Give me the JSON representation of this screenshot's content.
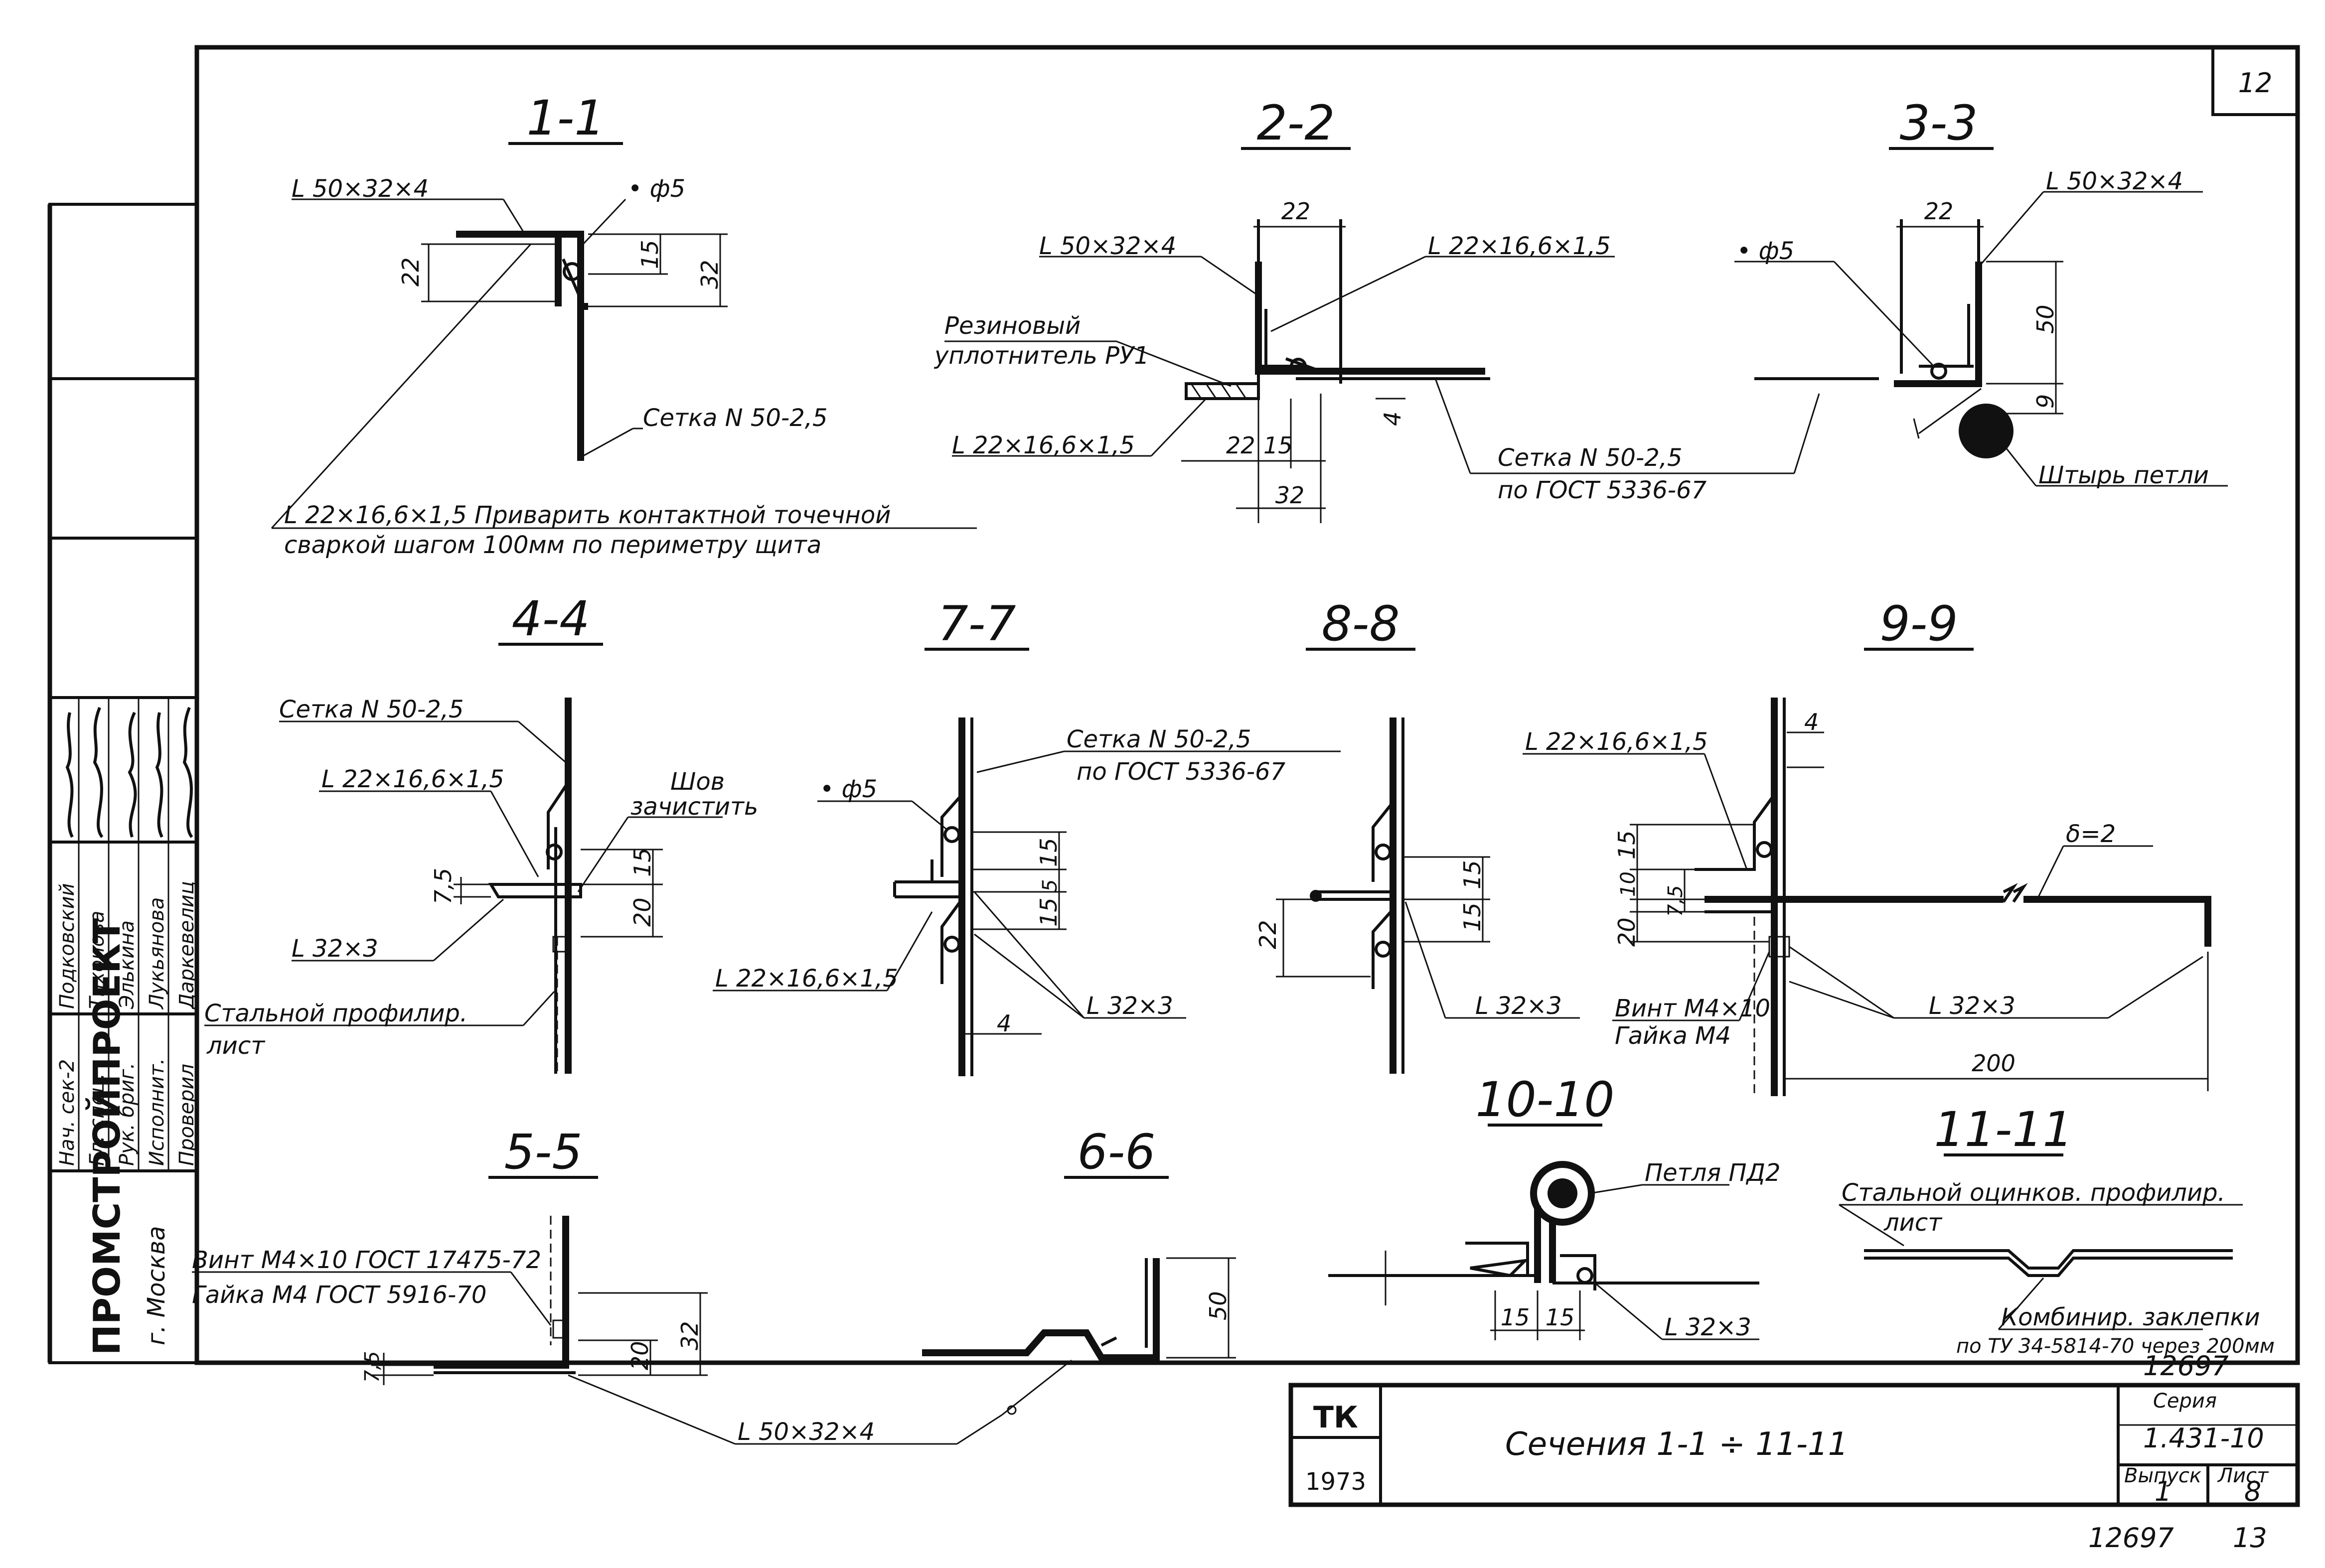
{
  "sheet": {
    "corner_number": "12",
    "bottom_number_left": "12697",
    "bottom_number_right": "13"
  },
  "side_stamp": {
    "org": "ПРОМСТРОЙПРОЕКТ",
    "city": "г. Москва",
    "roles": [
      "Нач. сек-2",
      "Гл. спец.",
      "Рук. бриг.",
      "Исполнит.",
      "Проверил"
    ],
    "names": [
      "Подковский",
      "Тихонова",
      "Элькина",
      "Лукьянова",
      "Даркевелиц"
    ],
    "signatures": [
      "подпись",
      "подпись",
      "подпись",
      "подпись",
      "подпись"
    ]
  },
  "title_block": {
    "tk": "ТК",
    "year": "1973",
    "title": "Сечения 1-1 ÷ 11-11",
    "code": "12697",
    "series_label": "Серия",
    "series_value": "1.431-10",
    "issue_label": "Выпуск",
    "issue_value": "1",
    "sheet_label": "Лист",
    "sheet_value": "8"
  },
  "sections": {
    "s1": {
      "title": "1-1",
      "angle": "L 50×32×4",
      "rod": "• ф5",
      "dim_a": "22",
      "dim_b": "15",
      "dim_c": "32",
      "mesh": "Сетка N 50-2,5",
      "note1": "L 22×16,6×1,5 Приварить контактной точечной",
      "note2": "сваркой шагом 100мм по периметру щита"
    },
    "s2": {
      "title": "2-2",
      "angle": "L 50×32×4",
      "angle_small": "L 22×16,6×1,5",
      "seal1": "Резиновый",
      "seal2": "уплотнитель РУ1",
      "angle_bottom": "L 22×16,6×1,5",
      "dim_top": "22",
      "dim_a": "22",
      "dim_b": "15",
      "dim_c": "32",
      "dim_side": "4",
      "mesh1": "Сетка  N 50-2,5",
      "mesh2": "по ГОСТ 5336-67"
    },
    "s3": {
      "title": "3-3",
      "rod": "• ф5",
      "dim_top": "22",
      "angle": "L 50×32×4",
      "dim_a": "50",
      "dim_b": "9",
      "pin": "Штырь петли"
    },
    "s4": {
      "title": "4-4",
      "mesh": "Сетка N 50-2,5",
      "angle_small": "L 22×16,6×1,5",
      "weld1": "Шов",
      "weld2": "зачистить",
      "dim_a": "7,5",
      "dim_b": "15",
      "dim_c": "20",
      "angle_32": "L 32×3",
      "sheet1": "Стальной профилир.",
      "sheet2": "лист"
    },
    "s7": {
      "title": "7-7",
      "mesh1": "Сетка N 50-2,5",
      "mesh2": "по ГОСТ 5336-67",
      "rod": "• ф5",
      "dim_a": "15",
      "dim_b": "5",
      "dim_c": "15",
      "angle_small": "L 22×16,6×1,5",
      "angle_32": "L 32×3",
      "dim_d": "4"
    },
    "s8": {
      "title": "8-8",
      "dim_a": "15",
      "dim_b": "15",
      "dim_c": "22",
      "angle_32": "L 32×3"
    },
    "s9": {
      "title": "9-9",
      "angle_small": "L 22×16,6×1,5",
      "dim_top": "4",
      "delta": "δ=2",
      "dim_a": "15",
      "dim_b": "10",
      "dim_c": "7,5",
      "dim_d": "20",
      "bolt1": "Винт М4×10",
      "bolt2": "Гайка М4",
      "angle_32": "L 32×3",
      "dim_len": "200"
    },
    "s5": {
      "title": "5-5",
      "bolt1": "Винт М4×10 ГОСТ 17475-72",
      "bolt2": "Гайка М4 ГОСТ 5916-70",
      "dim_a": "7,5",
      "dim_b": "20",
      "dim_c": "32",
      "angle": "L 50×32×4"
    },
    "s6": {
      "title": "6-6",
      "dim_a": "50"
    },
    "s10": {
      "title": "10-10",
      "loop": "Петля ПД2",
      "dim_a": "15",
      "dim_b": "15",
      "angle_32": "L 32×3"
    },
    "s11": {
      "title": "11-11",
      "sheet1": "Стальной оцинков. профилир.",
      "sheet2": "лист",
      "rivet1": "Комбинир. заклепки",
      "rivet2": "по ТУ 34-5814-70 через 200мм"
    }
  }
}
